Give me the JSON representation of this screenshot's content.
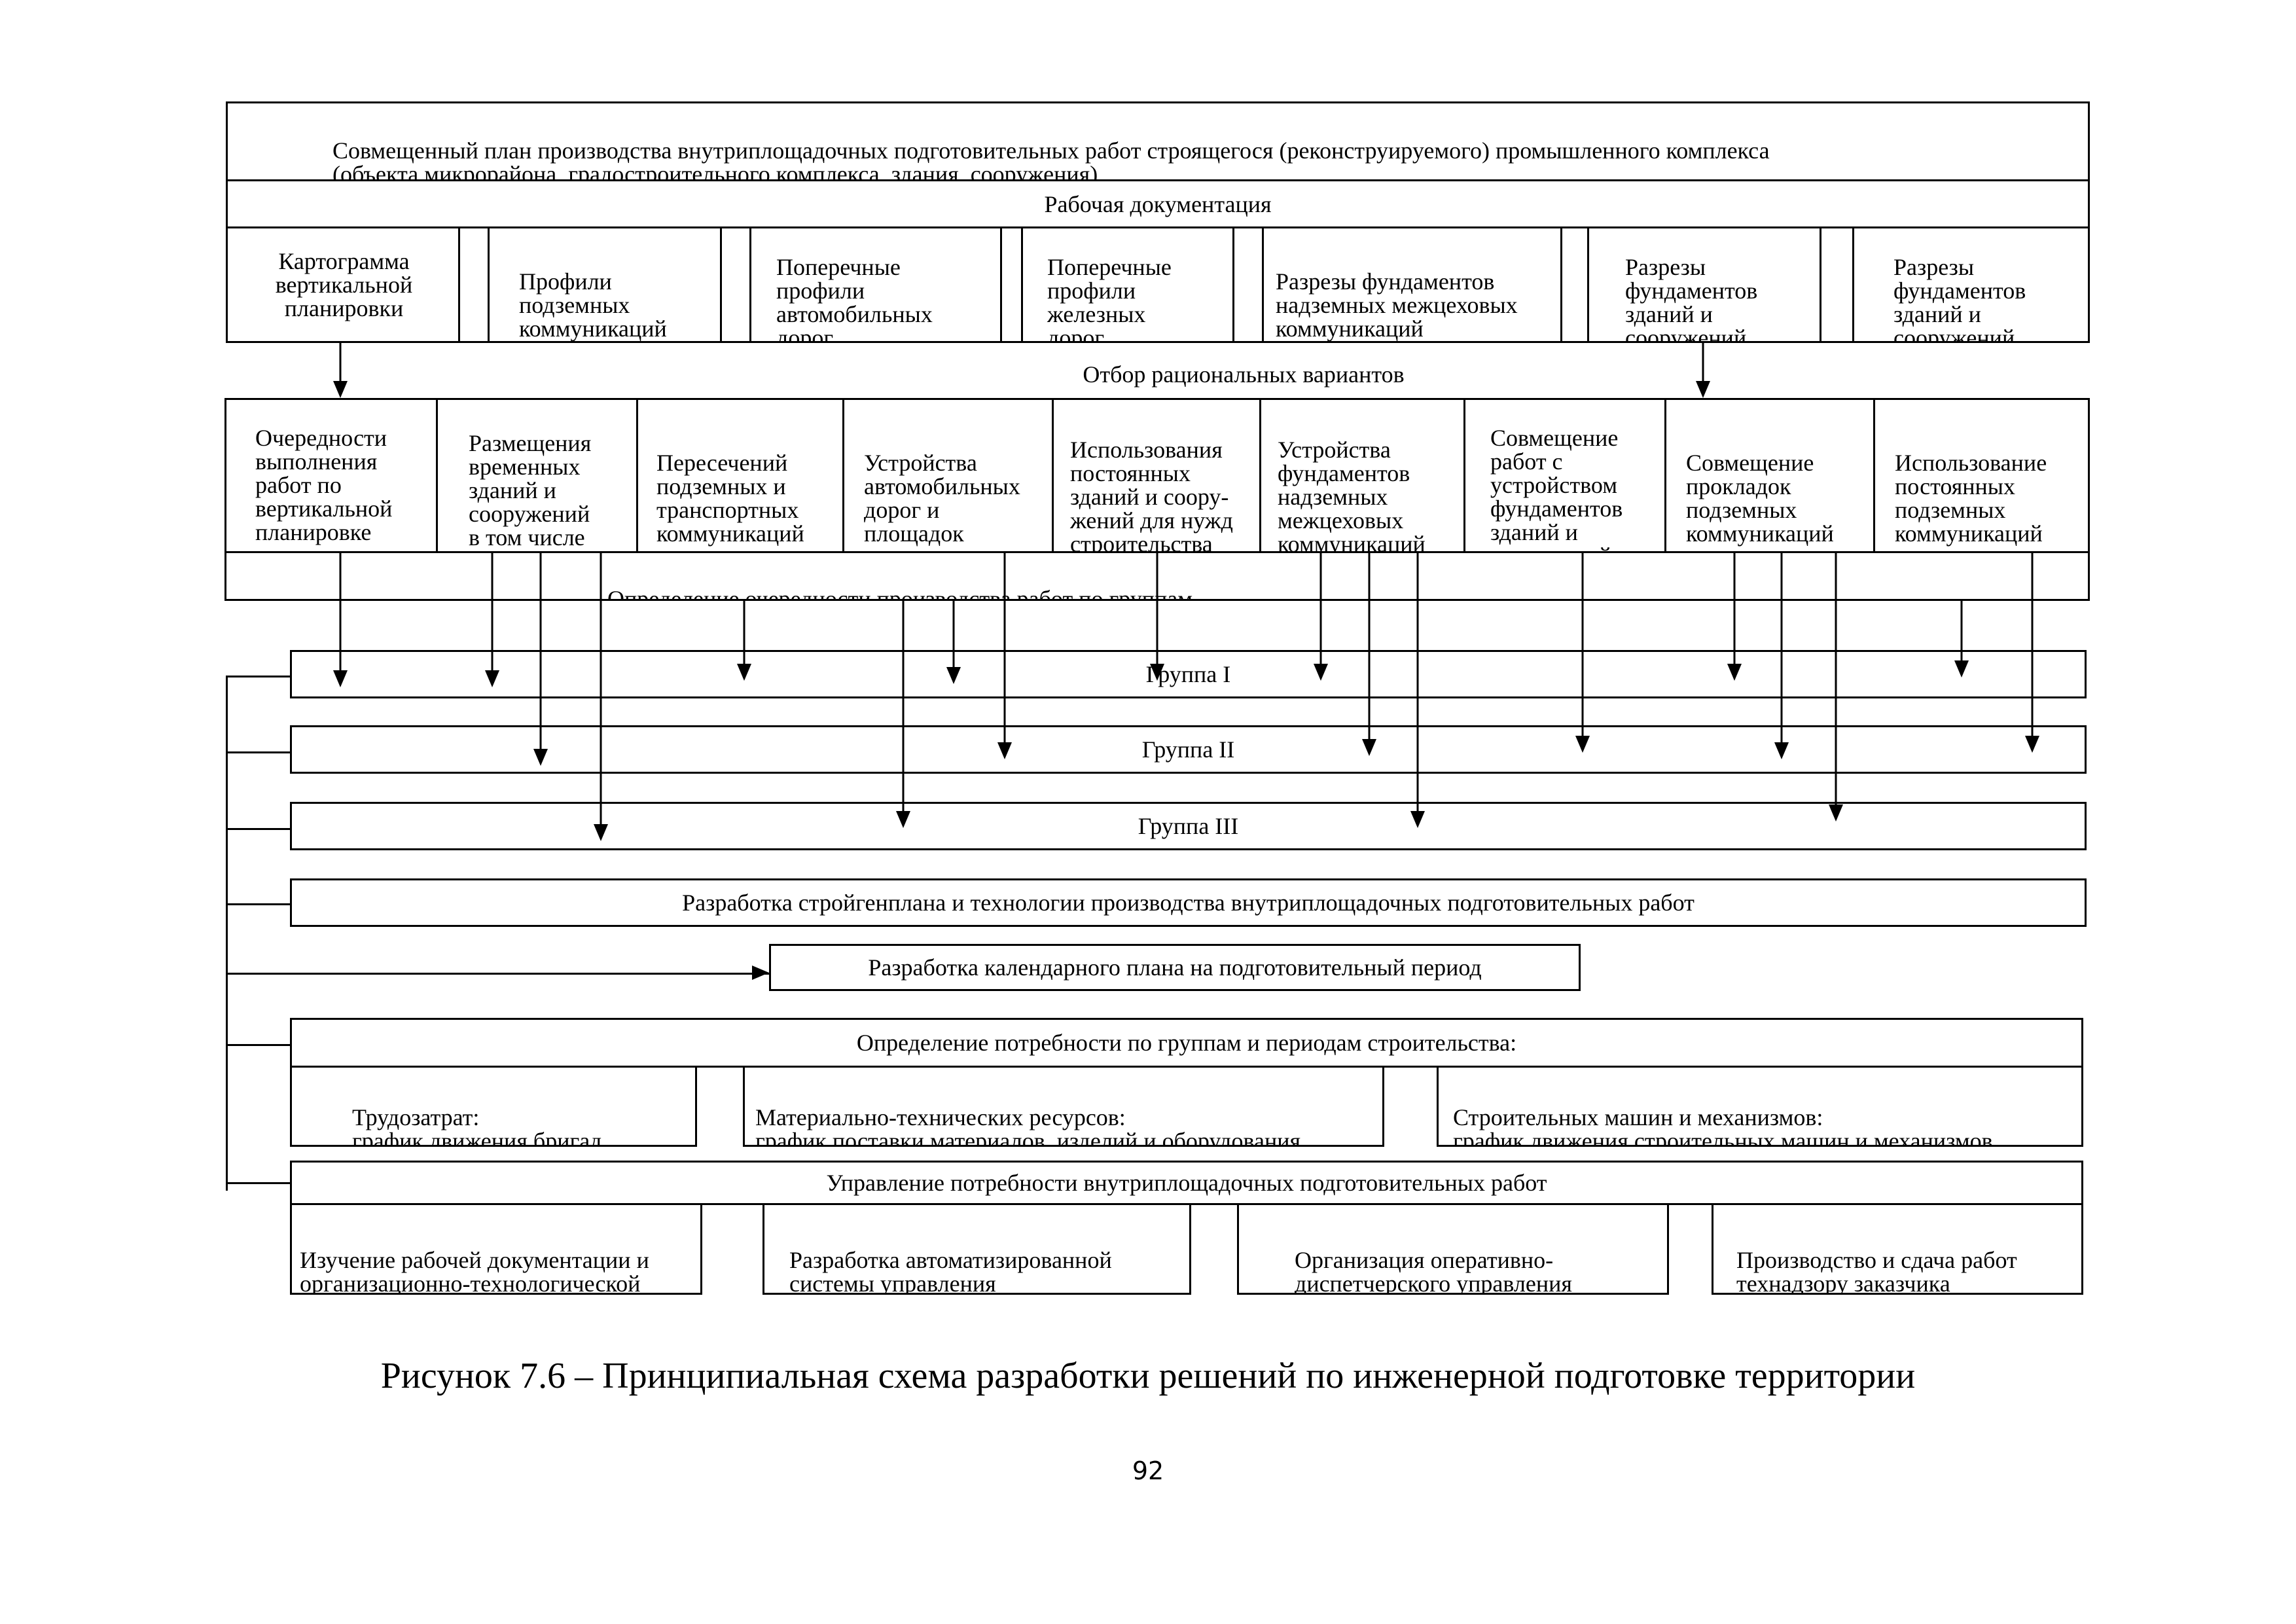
{
  "diagram": {
    "title": "Совмещенный план производства внутриплощадочных подготовительных работ строящегося (реконструируемого) промышленного комплекса\n(объекта микрорайона, градостроительного комплекса, здания, сооружения)",
    "working_docs": "Рабочая документация",
    "docs": [
      "Картограмма\nвертикальной\nпланировки",
      "Профили\nподземных\nкоммуникаций",
      "Поперечные\nпрофили\nавтомобильных\nдорог",
      "Поперечные\nпрофили\nжелезных\nдорог",
      "Разрезы фундаментов\nнадземных межцеховых\nкоммуникаций",
      "Разрезы\nфундаментов\nзданий и\nсооружений",
      "Разрезы\nфундаментов\nзданий и\nсооружений"
    ],
    "selection": "Отбор рациональных вариантов",
    "variants": [
      "Очередности\nвыполнения\nработ по\nвертикальной\nпланировке\nтерритории",
      "Размещения\nвременных\nзданий и\nсооружений\nв том числе\nмобильных",
      "Пересечений\nподземных и\nтранспортных\nкоммуникаций",
      "Устройства\nавтомобильных\nдорог и\nплощадок",
      "Использования\nпостоянных\nзданий и соору-\nжений для нужд\nстроительства",
      "Устройства\nфундаментов\nнадземных\nмежцеховых\nкоммуникаций",
      "Совмещение\nработ с\nустройством\nфундаментов\nзданий и\nсооружений",
      "Совмещение\nпрокладок\nподземных\nкоммуникаций",
      "Использование\nпостоянных\nподземных\nкоммуникаций"
    ],
    "order": "Определение очередности производства работ по группам",
    "groups": [
      "Группа I",
      "Группа II",
      "Группа III"
    ],
    "stroygenplan": "Разработка стройгенплана и технологии производства внутриплощадочных подготовительных работ",
    "calendar": "Разработка календарного плана на подготовительный период",
    "needs": "Определение потребности по группам и периодам строительства:",
    "needs_items": [
      "Трудозатрат:\nграфик движения бригад",
      "Материально-технических ресурсов:\nграфик поставки материалов, изделий и оборудования",
      "Строительных машин и механизмов:\nграфик движения строительных машин и механизмов"
    ],
    "management": "Управление потребности внутриплощадочных подготовительных работ",
    "management_items": [
      "Изучение рабочей документации и\nорганизационно-технологической",
      "Разработка автоматизированной\nсистемы управления",
      "Организация оперативно-\nдиспетчерского управления",
      "Производство и сдача работ\nтехнадзору заказчика"
    ]
  },
  "caption": "Рисунок 7.6 – Принципиальная схема разработки решений по инженерной подготовке территории",
  "page_number": "92"
}
